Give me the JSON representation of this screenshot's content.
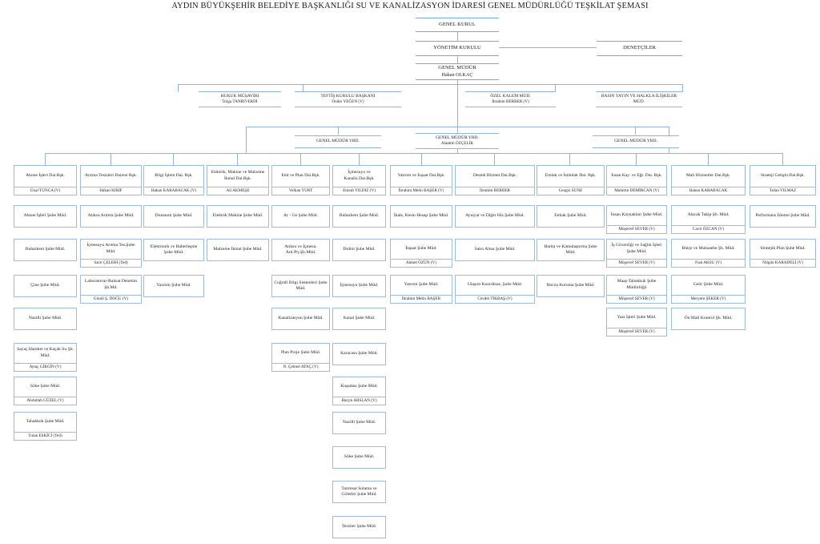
{
  "title": "AYDIN BÜYÜKŞEHİR BELEDİYE BAŞKANLIĞI SU VE KANALİZASYON İDARESİ GENEL MÜDÜRLÜĞÜ TEŞKİLAT ŞEMASI",
  "colors": {
    "border": "#9dbbdc",
    "line": "#8fb3d9",
    "text": "#1b1b1b",
    "background": "#ffffff"
  },
  "executive": {
    "genel_kurul": {
      "name": "GENEL KURUL",
      "person": ""
    },
    "yonetim_kurulu": {
      "name": "YÖNETİM KURULU",
      "person": ""
    },
    "denetciler": {
      "name": "DENETÇİLER",
      "person": ""
    },
    "genel_mudur": {
      "name": "GENEL MÜDÜR",
      "person": "Hakan OLKAÇ"
    }
  },
  "staff": [
    {
      "name": "HUKUK MÜŞAVİRİ",
      "person": "Tolga TANRIVERDİ"
    },
    {
      "name": "TEFTİŞ KURULU BAŞKANI",
      "person": "Önder YEĞEN (V)"
    },
    {
      "name": "ÖZEL KALEM MÜD.",
      "person": "İbrahim BERBER (V)"
    },
    {
      "name": "BASIN YAYIN VE HALKLA İLİŞKİLER MÜD.",
      "person": ""
    }
  ],
  "deputies": [
    {
      "name": "GENEL MÜDÜR YRD.",
      "person": ""
    },
    {
      "name": "GENEL MÜDÜR YRD.",
      "person": "Alaattin ÖZÇELİK"
    },
    {
      "name": "GENEL MÜDÜR YRD.",
      "person": ""
    }
  ],
  "columns": [
    {
      "head": {
        "name": "Abone İşleri Dai.Bşk.",
        "person": "Ünal TUNCA (V)"
      },
      "children": [
        {
          "name": "Abone İşleri Şube Müd.",
          "person": ""
        },
        {
          "name": "Buharkent Şube Müd.",
          "person": ""
        },
        {
          "name": "Çine Şube Müd.",
          "person": ""
        },
        {
          "name": "Nazilli Şube Müd.",
          "person": ""
        },
        {
          "name": "Sayaç Hareket ve Kaçak Su Şb. Müd.",
          "person": "Aytaç GİRGİN (V)"
        },
        {
          "name": "Söke Şube Müd.",
          "person": "Abdullah GÜZEL (V)"
        },
        {
          "name": "Tahakkuk Şube Müd.",
          "person": "Tulan ESKİCİ (Ted)"
        }
      ]
    },
    {
      "head": {
        "name": "Arıtma Tesisleri Dairesi Bşk.",
        "person": "Hakan KIRIF"
      },
      "children": [
        {
          "name": "Atıksu Arıtma Şube Müd.",
          "person": ""
        },
        {
          "name": "İçmesuyu Arıtma Tes.Şube Müd.",
          "person": "Sacit ÇELEBİ (Ted)"
        },
        {
          "name": "Laboratuvar-Ruhsat Denetim Şb.Md.",
          "person": "Gönül Ş. DOĞU (V)"
        }
      ]
    },
    {
      "head": {
        "name": "Bilgi İşlem Dai. Bşk.",
        "person": "Hakan KARABACAK (V)"
      },
      "children": [
        {
          "name": "Donanım Şube Müd.",
          "person": ""
        },
        {
          "name": "Elektronik ve Haberleşme Şube Müd.",
          "person": ""
        },
        {
          "name": "Yazılım Şube Müd.",
          "person": ""
        }
      ]
    },
    {
      "head": {
        "name": "Elektrik, Makine ve Malzeme İkmal Dai.Bşk.",
        "person": "Ali AKMEŞE"
      },
      "children": [
        {
          "name": "Elektrik Makine Şube Müd.",
          "person": ""
        },
        {
          "name": "Malzeme İkmal Şube Müd.",
          "person": ""
        }
      ]
    },
    {
      "head": {
        "name": "Etüt ve Plan Dai.Bşk.",
        "person": "Volkan YURT"
      },
      "children": [
        {
          "name": "Ar - Ge Şube Müd.",
          "person": ""
        },
        {
          "name": "Atıksu ve İçmesu. Arıt.Prj.Şb.Müd.",
          "person": ""
        },
        {
          "name": "Coğrafi Bilgi Sistemleri Şube Müd.",
          "person": ""
        },
        {
          "name": "Kanalizasyon Şube Müd.",
          "person": ""
        },
        {
          "name": "Plan Proje Şube Müd.",
          "person": "N. Çetinel ATAÇ (V)"
        }
      ]
    },
    {
      "head": {
        "name": "İçmesuyu ve Kanaliz.Dai.Bşk.",
        "person": "Emrah YILDIZ (V)"
      },
      "children": [
        {
          "name": "Buharkent Şube Müd.",
          "person": ""
        },
        {
          "name": "Didim Şube Müd.",
          "person": ""
        },
        {
          "name": "İçmesuyu Şube Müd.",
          "person": ""
        },
        {
          "name": "Kanal Şube Müd.",
          "person": ""
        },
        {
          "name": "Karacasu Şube Müd.",
          "person": ""
        },
        {
          "name": "Kuşadası Şube Müd.",
          "person": "Barçın ARSLAN (V)"
        },
        {
          "name": "Nazilli Şube Müd.",
          "person": ""
        },
        {
          "name": "Söke Şube Müd.",
          "person": ""
        },
        {
          "name": "Tarımsal Sulama ve Göletler Şube Müd.",
          "person": ""
        },
        {
          "name": "Tesisler Şube Müd.",
          "person": ""
        }
      ]
    },
    {
      "head": {
        "name": "Yatırım ve İnşaat Dai.Bşk.",
        "person": "İbrahim Metin BAŞER (V)"
      },
      "children": [
        {
          "name": "İhale, Kesin Hesap Şube Müd.",
          "person": ""
        },
        {
          "name": "İnşaat Şube Müd.",
          "person": "Ahmet ÖZÜN (V)"
        },
        {
          "name": "Yatırım Şube Müd.",
          "person": "İbrahim Metin BAŞER"
        }
      ]
    },
    {
      "head": {
        "name": "Destek Hizmet Dai.Bşk.",
        "person": "İbrahim BERBER"
      },
      "children": [
        {
          "name": "Ayniyat ve Diğer Hiz.Şube Müd.",
          "person": ""
        },
        {
          "name": "Satın Alma Şube Müd.",
          "person": ""
        },
        {
          "name": "Ulaşım Koordinas. Şube Müd.",
          "person": "Cevdet TIKBAŞ (V)"
        }
      ]
    },
    {
      "head": {
        "name": "Emlak ve İstimlak Dai. Bşk.",
        "person": "Cengiz SUNE"
      },
      "children": [
        {
          "name": "Emlak Şube Müd.",
          "person": ""
        },
        {
          "name": "Harita ve Kamulaştırma Şube Müd.",
          "person": ""
        },
        {
          "name": "Havza Koruma Şube Müd.",
          "person": ""
        }
      ]
    },
    {
      "head": {
        "name": "İnsan Kay. ve Eğt. Dai. Bşk.",
        "person": "Muhittin DEMİRCAN (V)"
      },
      "children": [
        {
          "name": "İnsan Kaynakları Şube Müd.",
          "person": "Müşerref SEVER (V)"
        },
        {
          "name": "İş Güvenliği ve Sağlık İşleri Şube Müd.",
          "person": "Müşerref SEVER (V)"
        },
        {
          "name": "Maaş-Tahakkuk Şube Müdürlüğü",
          "person": "Müşerref SEVER (V)"
        },
        {
          "name": "Yazı İşleri Şube Müd.",
          "person": "Müşerref SEVER (V)"
        }
      ]
    },
    {
      "head": {
        "name": "Mali Hizmetler Dai.Bşk.",
        "person": "Hakan KARABACAK"
      },
      "children": [
        {
          "name": "Alacak Takip Şb. Müd.",
          "person": "Cavit ÖZCAN (V)"
        },
        {
          "name": "Bütçe ve Muhasebe Şb. Müd.",
          "person": "Fuat AKSU (V)"
        },
        {
          "name": "Gelir Şube Müd.",
          "person": "Meryem ŞEKER (V)"
        },
        {
          "name": "Ön Mali Kontrol Şb. Müd.",
          "person": ""
        }
      ]
    },
    {
      "head": {
        "name": "Strateji Geliştir.Dai.Bşk.",
        "person": "Tufan YILMAZ"
      },
      "children": [
        {
          "name": "Performans İzleme Şube Müd.",
          "person": ""
        },
        {
          "name": "Stratejik Plan Şube Müd.",
          "person": "Nilgün KARADELİ (V)"
        }
      ]
    }
  ]
}
